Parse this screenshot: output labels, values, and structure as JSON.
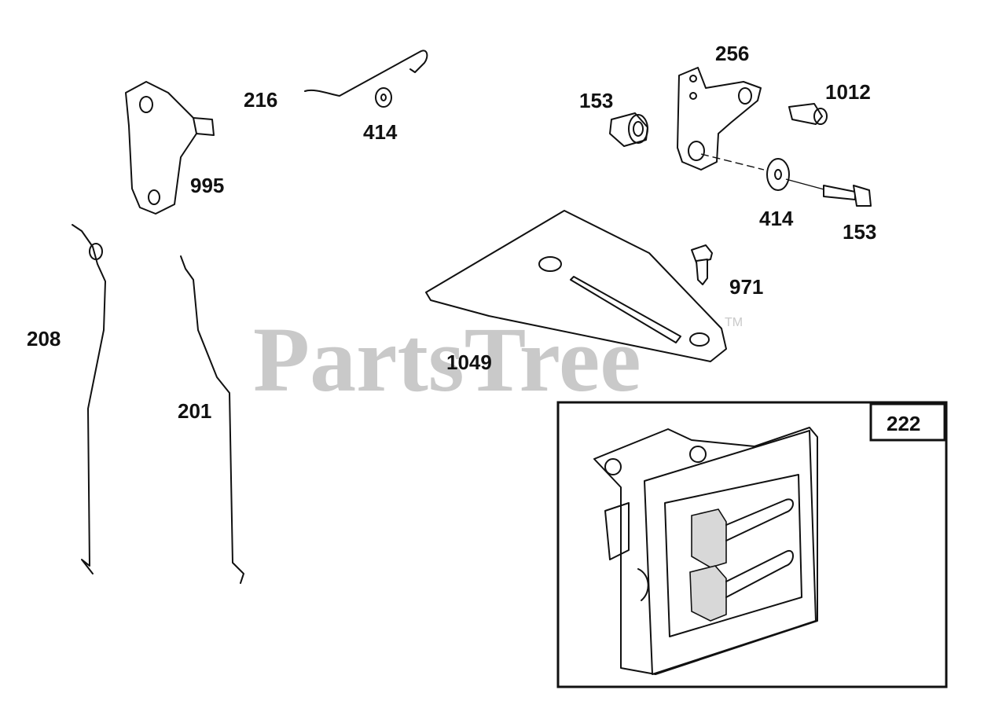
{
  "watermark": {
    "text": "PartsTree",
    "tm": "TM"
  },
  "parts": [
    {
      "id": "995",
      "label": "995"
    },
    {
      "id": "216",
      "label": "216"
    },
    {
      "id": "414a",
      "label": "414"
    },
    {
      "id": "153a",
      "label": "153"
    },
    {
      "id": "256",
      "label": "256"
    },
    {
      "id": "1012",
      "label": "1012"
    },
    {
      "id": "414b",
      "label": "414"
    },
    {
      "id": "153b",
      "label": "153"
    },
    {
      "id": "971",
      "label": "971"
    },
    {
      "id": "208",
      "label": "208"
    },
    {
      "id": "201",
      "label": "201"
    },
    {
      "id": "1049",
      "label": "1049"
    }
  ],
  "inset": {
    "label": "222"
  }
}
